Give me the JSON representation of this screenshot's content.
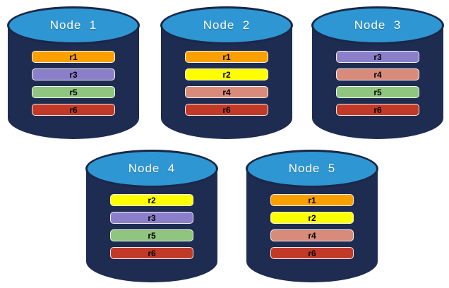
{
  "diagram": {
    "type": "replica-distribution-diagram",
    "background": "#ffffff",
    "cylinder": {
      "body_color": "#1E2C52",
      "top_color": "#2E96D2",
      "outline_color": "#1A2747",
      "label_color": "#ffffff"
    },
    "replica_colors": {
      "r1": "#F9A000",
      "r2": "#FFFF00",
      "r3": "#8C7FC9",
      "r4": "#D98B7B",
      "r5": "#8FC57E",
      "r6": "#C13A27"
    },
    "nodes": [
      {
        "label": "Node  1",
        "replicas": [
          {
            "label": "r1",
            "color": "#F9A000"
          },
          {
            "label": "r3",
            "color": "#8C7FC9"
          },
          {
            "label": "r5",
            "color": "#8FC57E"
          },
          {
            "label": "r6",
            "color": "#C13A27"
          }
        ]
      },
      {
        "label": "Node  2",
        "replicas": [
          {
            "label": "r1",
            "color": "#F9A000"
          },
          {
            "label": "r2",
            "color": "#FFFF00"
          },
          {
            "label": "r4",
            "color": "#D98B7B"
          },
          {
            "label": "r6",
            "color": "#C13A27"
          }
        ]
      },
      {
        "label": "Node  3",
        "replicas": [
          {
            "label": "r3",
            "color": "#8C7FC9"
          },
          {
            "label": "r4",
            "color": "#D98B7B"
          },
          {
            "label": "r5",
            "color": "#8FC57E"
          },
          {
            "label": "r6",
            "color": "#C13A27"
          }
        ]
      },
      {
        "label": "Node  4",
        "replicas": [
          {
            "label": "r2",
            "color": "#FFFF00"
          },
          {
            "label": "r3",
            "color": "#8C7FC9"
          },
          {
            "label": "r5",
            "color": "#8FC57E"
          },
          {
            "label": "r6",
            "color": "#C13A27"
          }
        ]
      },
      {
        "label": "Node  5",
        "replicas": [
          {
            "label": "r1",
            "color": "#F9A000"
          },
          {
            "label": "r2",
            "color": "#FFFF00"
          },
          {
            "label": "r4",
            "color": "#D98B7B"
          },
          {
            "label": "r6",
            "color": "#C13A27"
          }
        ]
      }
    ]
  }
}
